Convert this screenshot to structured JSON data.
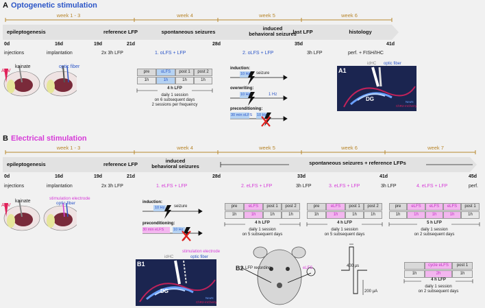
{
  "sectionA": {
    "letter": "A",
    "title": "Optogenetic stimulation",
    "weeks": [
      "week 1 - 3",
      "week 4",
      "week 5",
      "week 6"
    ],
    "bands": [
      "epileptogenesis",
      "reference LFP",
      "spontaneous seizures",
      "induced\nbehavioral seizures",
      "last LFP",
      "histology"
    ],
    "days": [
      "0d",
      "16d",
      "19d",
      "21d",
      "28d",
      "35d",
      "41d"
    ],
    "events": {
      "injections": "injections",
      "implantation": "implantation",
      "ref": "2x 3h LFP",
      "olfs1": "1. oLFS + LFP",
      "olfs2": "2. oLFS + LFP",
      "lfp3": "3h LFP",
      "histo": "perf. + FISH/IHC"
    },
    "brain_labels": {
      "aav": "AAV",
      "kainate": "kainate",
      "fiber": "optic fiber"
    },
    "table": {
      "headers": [
        "pre",
        "oLFS",
        "post 1",
        "post 2"
      ],
      "row": [
        "1h",
        "1h",
        "1h",
        "1h"
      ],
      "total": "4 h LFP",
      "note": "daily 1 session\non 6 subsequent days\n2 sessions per frequency"
    },
    "protocols": {
      "induction": "induction:",
      "seizure": "seizure",
      "hz10": "10 Hz",
      "overwriting": "overwriting:",
      "hz1": "1 Hz",
      "preconditioning": "preconditioning:",
      "pre30": "30 min oLFS"
    },
    "image_a1": {
      "label": "A1",
      "idhc": "idHC",
      "fiber": "optic fiber",
      "dg": "DG",
      "neun": "NeuN",
      "mcherry": "ChR2-mCherry"
    }
  },
  "sectionB": {
    "letter": "B",
    "title": "Electrical stimulation",
    "weeks": [
      "week 1 - 3",
      "week 4",
      "week 5",
      "week 6",
      "week 7"
    ],
    "bands": [
      "epileptogenesis",
      "reference LFP",
      "induced\nbehavioral seizures",
      "spontaneous seizures + reference LFPs"
    ],
    "days": [
      "0d",
      "16d",
      "19d",
      "21d",
      "28d",
      "33d",
      "41d",
      "45d"
    ],
    "events": {
      "injections": "injections",
      "implantation": "implantation",
      "ref": "2x 3h LFP",
      "elfs1": "1. eLFS + LFP",
      "elfs2": "2. eLFS + LFP",
      "lfp3a": "3h LFP",
      "elfs3": "3. eLFS + LFP",
      "lfp3b": "3h LFP",
      "elfs4": "4. eLFS + LFP",
      "perf": "perf."
    },
    "brain_labels": {
      "aav": "AAV",
      "kainate": "kainate",
      "electrode": "stimulation electrode",
      "fiber": "optic fiber"
    },
    "protocols": {
      "induction": "induction:",
      "seizure": "seizure",
      "hz10": "10 Hz",
      "preconditioning": "preconditioning:",
      "pre30": "30 min eLFS"
    },
    "table1": {
      "headers": [
        "pre",
        "eLFS",
        "post 1",
        "post 2"
      ],
      "row": [
        "1h",
        "1h",
        "1h",
        "1h"
      ],
      "total": "4 h LFP",
      "note": "daily 1 session\non 5 subsequent days"
    },
    "table2": {
      "headers": [
        "pre",
        "eLFS",
        "post 1",
        "post 2"
      ],
      "row": [
        "1h",
        "1h",
        "1h",
        "1h"
      ],
      "total": "4 h LFP",
      "note": "daily 1 session\non 5 subsequent days"
    },
    "table3": {
      "headers": [
        "pre",
        "eLFS",
        "eLFS",
        "eLFS",
        "post 1"
      ],
      "row": [
        "1h",
        "1h",
        "1h",
        "1h",
        "1h"
      ],
      "total": "5 h LFP",
      "note": "daily 1 session\non 2 subsequent days"
    },
    "table4": {
      "headers": [
        "cycle eLFS",
        "post 1"
      ],
      "row": [
        "1h",
        "2h",
        "1h"
      ],
      "total": "4 h LFP",
      "note": "daily 1 session\non 2 subsequent days"
    },
    "image_b1": {
      "label": "B1",
      "idhc": "idHC",
      "electrode": "stimulation electrode",
      "fiber": "optic fiber",
      "dg": "DG",
      "neun": "NeuN",
      "mcherry": "ChR2-mCherry"
    },
    "b2": {
      "label": "B2",
      "lfp": "LFP recording",
      "elfs": "eLFS",
      "us": "400 µs",
      "ua": "200 µA"
    }
  },
  "colors": {
    "blue": "#2b55c7",
    "magenta": "#d63ad8",
    "week_gold": "#b8862c",
    "light_blue": "#b5d2f2",
    "pink": "#f3b6ef"
  }
}
